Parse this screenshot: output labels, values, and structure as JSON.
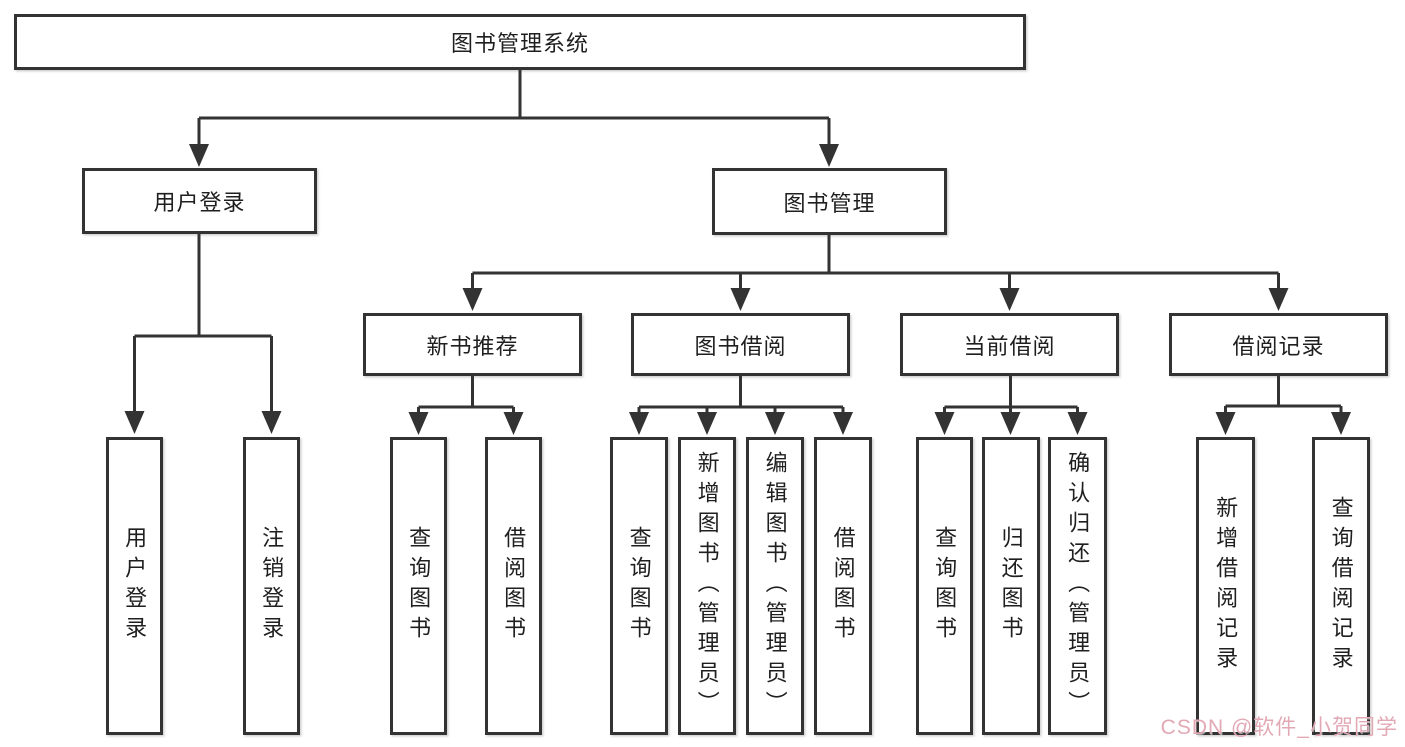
{
  "tree": {
    "root": {
      "label": "图书管理系统"
    },
    "branches": [
      {
        "label": "用户登录",
        "children": [
          {
            "label": "用户登录"
          },
          {
            "label": "注销登录"
          }
        ]
      },
      {
        "label": "图书管理",
        "sections": [
          {
            "label": "新书推荐",
            "children": [
              {
                "label": "查询图书"
              },
              {
                "label": "借阅图书"
              }
            ]
          },
          {
            "label": "图书借阅",
            "children": [
              {
                "label": "查询图书"
              },
              {
                "label": "新增图书（管理员）"
              },
              {
                "label": "编辑图书（管理员）"
              },
              {
                "label": "借阅图书"
              }
            ]
          },
          {
            "label": "当前借阅",
            "children": [
              {
                "label": "查询图书"
              },
              {
                "label": "归还图书"
              },
              {
                "label": "确认归还（管理员）"
              }
            ]
          },
          {
            "label": "借阅记录",
            "children": [
              {
                "label": "新增借阅记录"
              },
              {
                "label": "查询借阅记录"
              }
            ]
          }
        ]
      }
    ]
  },
  "watermark": {
    "text": "CSDN @软件_小贺同学",
    "color": "#e2a9b5"
  },
  "colors": {
    "line": "#333333",
    "box_border": "#333333",
    "text": "#1f1f1f",
    "background": "#ffffff"
  }
}
